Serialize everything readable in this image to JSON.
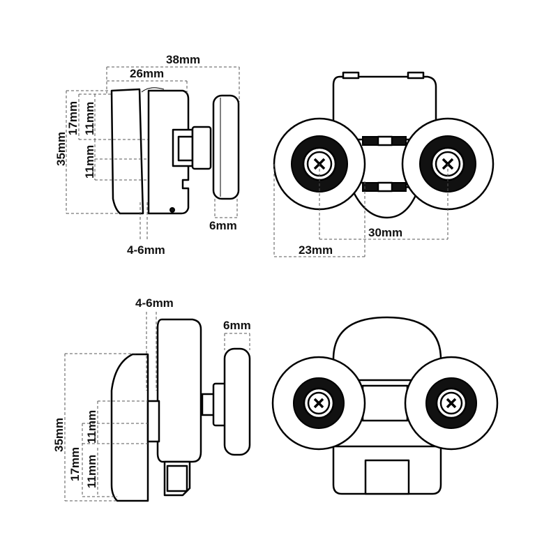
{
  "colors": {
    "line": "#000000",
    "dark_fill": "#111111",
    "dim_line": "#555555",
    "background": "#ffffff"
  },
  "top_side": {
    "dim_38": "38mm",
    "dim_26": "26mm",
    "dim_35": "35mm",
    "dim_17": "17mm",
    "dim_11_upper": "11mm",
    "dim_11_lower": "11mm",
    "dim_6": "6mm",
    "dim_4_6": "4-6mm"
  },
  "top_front": {
    "dim_30": "30mm",
    "dim_23": "23mm"
  },
  "bottom_side": {
    "dim_4_6": "4-6mm",
    "dim_6": "6mm",
    "dim_35": "35mm",
    "dim_11_upper": "11mm",
    "dim_17": "17mm",
    "dim_11_lower": "11mm"
  }
}
